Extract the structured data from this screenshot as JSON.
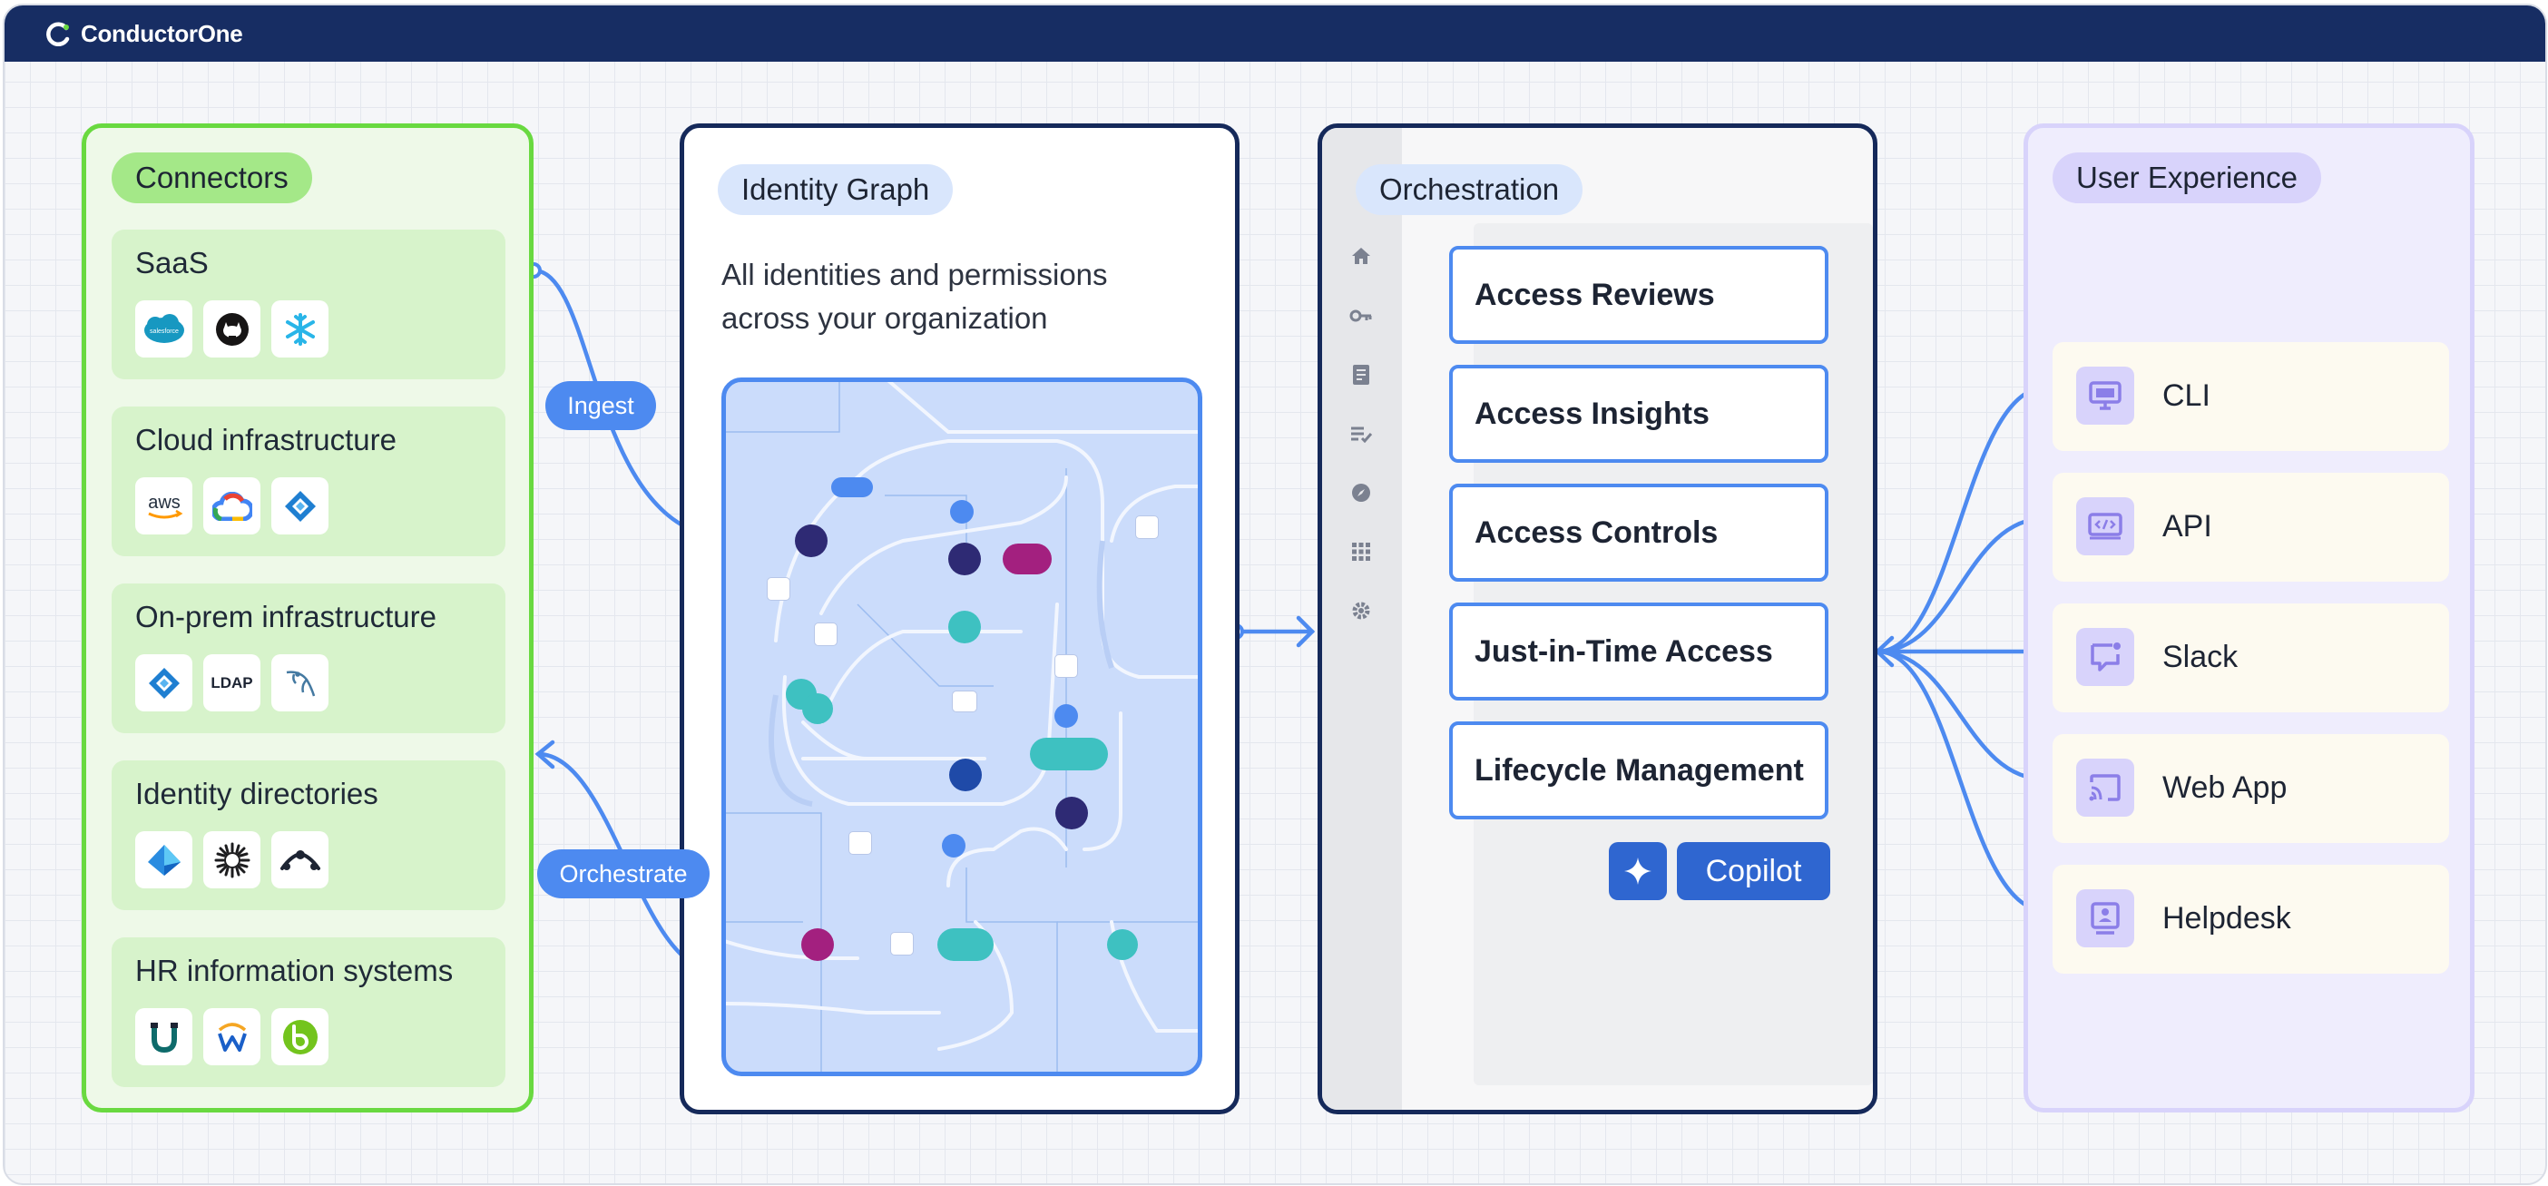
{
  "app": {
    "brand": "ConductorOne"
  },
  "colors": {
    "header_bg": "#172d63",
    "connectors_accent": "#69d940",
    "graph_border": "#15295a",
    "link_blue": "#4d8af0",
    "ux_accent": "#d8d3fb",
    "copilot_blue": "#2f66d0"
  },
  "flow_labels": {
    "ingest": "Ingest",
    "orchestrate": "Orchestrate"
  },
  "connectors": {
    "title": "Connectors",
    "groups": [
      {
        "title": "SaaS",
        "icons": [
          "salesforce-icon",
          "github-icon",
          "snowflake-icon"
        ]
      },
      {
        "title": "Cloud infrastructure",
        "icons": [
          "aws-icon",
          "google-cloud-icon",
          "azure-icon"
        ],
        "badges": {
          "aws": "aws"
        }
      },
      {
        "title": "On-prem infrastructure",
        "icons": [
          "active-directory-icon",
          "ldap-icon",
          "mysql-icon"
        ],
        "badges": {
          "ldap": "LDAP"
        }
      },
      {
        "title": "Identity directories",
        "icons": [
          "entra-id-icon",
          "okta-icon",
          "jumpcloud-icon"
        ]
      },
      {
        "title": "HR information systems",
        "icons": [
          "rippling-icon",
          "workday-icon",
          "bamboohr-icon"
        ]
      }
    ]
  },
  "identity_graph": {
    "title": "Identity Graph",
    "description": "All identities and permissions across your organization"
  },
  "orchestration": {
    "title": "Orchestration",
    "sidebar_icons": [
      "home-icon",
      "key-icon",
      "document-icon",
      "checklist-icon",
      "compass-icon",
      "apps-grid-icon",
      "gear-icon"
    ],
    "items": [
      "Access Reviews",
      "Access Insights",
      "Access Controls",
      "Just-in-Time Access",
      "Lifecycle Management"
    ],
    "copilot_label": "Copilot"
  },
  "user_experience": {
    "title": "User Experience",
    "items": [
      {
        "label": "CLI",
        "icon": "monitor-icon"
      },
      {
        "label": "API",
        "icon": "code-window-icon"
      },
      {
        "label": "Slack",
        "icon": "chat-bubble-icon"
      },
      {
        "label": "Web App",
        "icon": "cast-screen-icon"
      },
      {
        "label": "Helpdesk",
        "icon": "support-desk-icon"
      }
    ]
  }
}
